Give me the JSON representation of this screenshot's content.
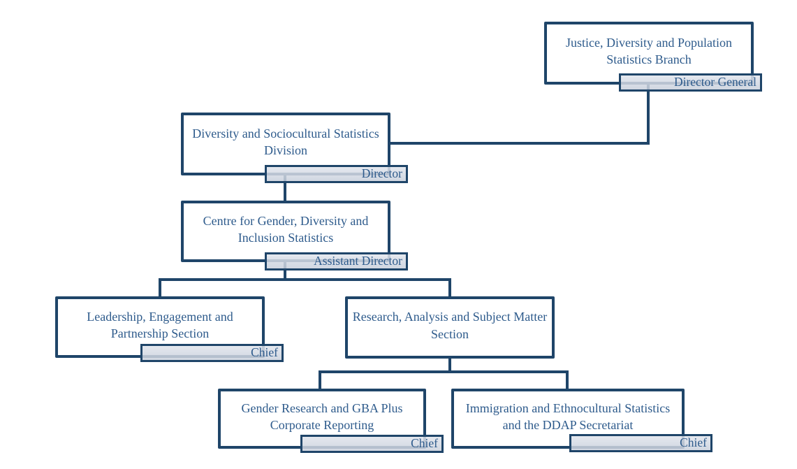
{
  "diagram": {
    "type": "org_chart",
    "nodes": [
      {
        "id": "branch",
        "label": "Justice, Diversity and Population Statistics Branch",
        "role": "Director General",
        "reports_to": null
      },
      {
        "id": "division",
        "label": "Diversity and Sociocultural Statistics Division",
        "role": "Director",
        "reports_to": "branch"
      },
      {
        "id": "centre",
        "label": "Centre for Gender, Diversity and Inclusion Statistics",
        "role": "Assistant Director",
        "reports_to": "division"
      },
      {
        "id": "leadership",
        "label": "Leadership, Engagement and Partnership Section",
        "role": "Chief",
        "reports_to": "centre"
      },
      {
        "id": "research",
        "label": "Research, Analysis and Subject Matter Section",
        "role": null,
        "reports_to": "centre"
      },
      {
        "id": "gender",
        "label": "Gender Research and GBA Plus Corporate Reporting",
        "role": "Chief",
        "reports_to": "research"
      },
      {
        "id": "immigration",
        "label": "Immigration and Ethnocultural Statistics and the DDAP Secretariat",
        "role": "Chief",
        "reports_to": "research"
      }
    ],
    "colors": {
      "outline": "#1f4569",
      "label_text": "#2e5b8c",
      "tag_fill_top": "#e0e4ecd9",
      "tag_fill_bottom": "#c9d0dcd9",
      "background": "#ffffff"
    }
  }
}
